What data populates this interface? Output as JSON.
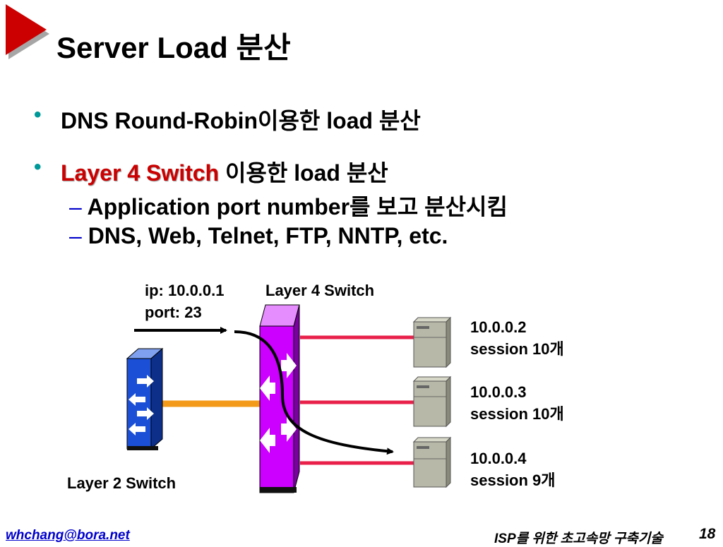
{
  "title": "Server Load 분산",
  "bullets": [
    {
      "prefix": "",
      "highlight": "",
      "text": "DNS Round-Robin이용한 load 분산"
    },
    {
      "highlight": "Layer 4 Switch",
      "text": " 이용한 load 분산"
    }
  ],
  "sub_items": [
    "Application port number를 보고 분산시킴",
    "DNS, Web, Telnet, FTP, NNTP, etc."
  ],
  "diagram": {
    "incoming": {
      "ip": "ip: 10.0.0.1",
      "port": "port: 23"
    },
    "l4_label": "Layer 4 Switch",
    "l2_label": "Layer 2 Switch",
    "servers": [
      {
        "ip": "10.0.0.2",
        "session": "session 10개"
      },
      {
        "ip": "10.0.0.3",
        "session": "session 10개"
      },
      {
        "ip": "10.0.0.4",
        "session": "session 9개"
      }
    ],
    "colors": {
      "l4_switch": "#cc00ff",
      "l2_switch": "#1a4fd6",
      "server_link": "#e8204a",
      "l2_link": "#f39a1a",
      "title_triangle": "#cc0000"
    }
  },
  "footer": {
    "email": "whchang@bora.net",
    "course": "ISP를 위한 초고속망 구축기술",
    "page": "18"
  }
}
